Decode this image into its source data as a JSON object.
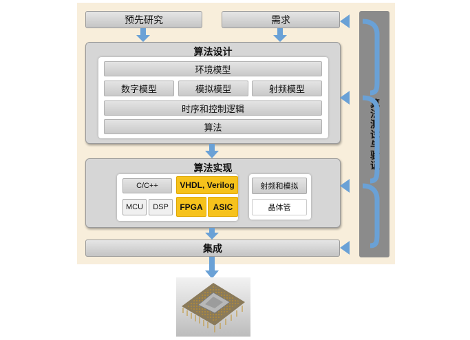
{
  "top": {
    "research": "预先研究",
    "demand": "需求"
  },
  "algo_design": {
    "title": "算法设计",
    "rows": [
      "环境模型",
      "时序和控制逻辑",
      "算法"
    ],
    "models": [
      "数字模型",
      "模拟模型",
      "射频模型"
    ]
  },
  "algo_impl": {
    "title": "算法实现",
    "cpp": "C/C++",
    "mcu": "MCU",
    "dsp": "DSP",
    "vhdl": "VHDL, Verilog",
    "fpga": "FPGA",
    "asic": "ASIC",
    "rf_analog": "射频和模拟",
    "transistor": "晶体管"
  },
  "integration": "集成",
  "side_label": "算法测试与验证",
  "colors": {
    "arrow": "#6aa1d6",
    "yellow": "#f6c21c",
    "panel": "#d6d6d6",
    "background": "#f8eedb"
  },
  "photo": "chip-package-image"
}
